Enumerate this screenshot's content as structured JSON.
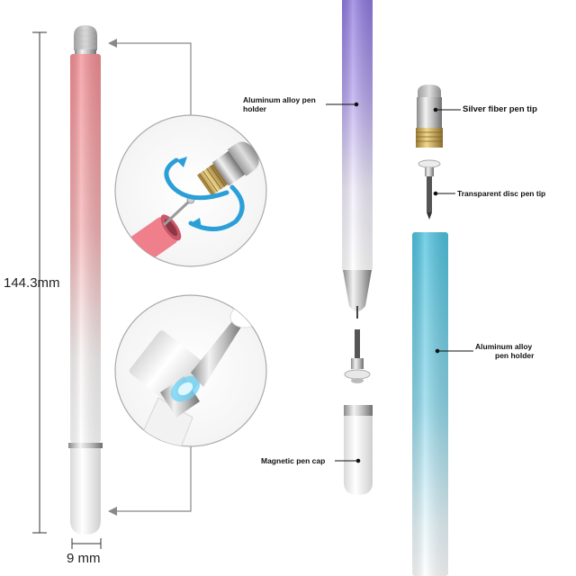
{
  "dimensions": {
    "length": "144.3mm",
    "diameter": "9 mm"
  },
  "labels": {
    "holder_top_line1": "Aluminum alloy pen",
    "holder_top_line2": "holder",
    "fiber_tip": "Silver fiber pen tip",
    "disc_tip": "Transparent disc pen tip",
    "holder_blue_line1": "Aluminum alloy",
    "holder_blue_line2": "pen holder",
    "magnetic_cap": "Magnetic pen cap"
  },
  "colors": {
    "pink": "#f4a3a6",
    "purple": "#9b86e0",
    "blue": "#5bc8e2",
    "arrow": "#2a9fd8",
    "gold": "#c9a655"
  }
}
